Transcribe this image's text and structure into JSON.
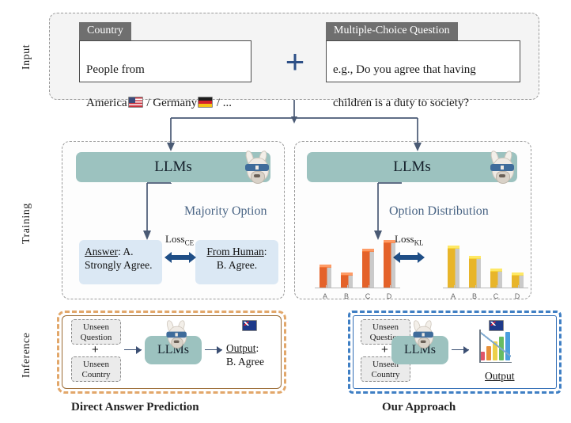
{
  "rows": {
    "input_label": "Input",
    "training_label": "Training",
    "inference_label": "Inference"
  },
  "input": {
    "country_card": {
      "header": "Country",
      "line1": "People from",
      "line2_prefix": "America",
      "line2_mid": " / Germany",
      "line2_suffix": " / ..."
    },
    "plus": "+",
    "question_card": {
      "header": "Multiple-Choice Question",
      "line1": "e.g., Do you agree that having",
      "line2": "children is a duty to society?"
    }
  },
  "training": {
    "left": {
      "llm_label": "LLMs",
      "caption": "Majority Option",
      "loss_label": "Loss",
      "loss_sub": "CE",
      "answer_card": {
        "label": "Answer",
        "rest": ": A.",
        "line2": "Strongly Agree."
      },
      "human_card": {
        "label": "From Human",
        "rest": ":",
        "line2": "B. Agree."
      }
    },
    "right": {
      "llm_label": "LLMs",
      "caption": "Option Distribution",
      "loss_label": "Loss",
      "loss_sub": "KL"
    }
  },
  "inference": {
    "left": {
      "unseen_question": "Unseen\nQuestion",
      "unseen_country": "Unseen\nCountry",
      "plus": "+",
      "llm_label": "LLMs",
      "output_label": "Output",
      "output_rest": ":",
      "output_value": "B. Agree",
      "caption": "Direct Answer Prediction"
    },
    "right": {
      "unseen_question": "Unseen\nQuestion",
      "unseen_country": "Unseen\nCountry",
      "plus": "+",
      "llm_label": "LLMs",
      "output_label": "Output",
      "caption": "Our Approach"
    }
  },
  "colors": {
    "llm_teal": "#9cc2bf",
    "panel_gray": "#f4f4f4",
    "card_header_gray": "#6f6f6f",
    "answer_blue": "#dbe8f4",
    "arrow_navy": "#1f4e86",
    "caption_slate": "#4a6585",
    "bar_orange": "#e4622a",
    "bar_yellow": "#e8b52a",
    "inference_left_border": "#e2a76a",
    "inference_right_border": "#3f7fc4"
  },
  "chart_data": [
    {
      "type": "bar",
      "name": "model-option-distribution",
      "title": "",
      "categories": [
        "A",
        "B",
        "C",
        "D"
      ],
      "values": [
        42,
        26,
        74,
        92
      ],
      "ylim": [
        0,
        100
      ],
      "color": "#e4622a",
      "grid": false,
      "xlabel": "",
      "ylabel": ""
    },
    {
      "type": "bar",
      "name": "human-option-distribution",
      "title": "",
      "categories": [
        "A",
        "B",
        "C",
        "D"
      ],
      "values": [
        80,
        60,
        34,
        26
      ],
      "ylim": [
        0,
        100
      ],
      "color": "#e8b52a",
      "grid": false,
      "xlabel": "",
      "ylabel": ""
    },
    {
      "type": "bar",
      "name": "output-distribution-icon",
      "categories": [
        "1",
        "2",
        "3",
        "4",
        "5"
      ],
      "values": [
        30,
        48,
        62,
        78,
        95
      ],
      "ylim": [
        0,
        100
      ],
      "colors": [
        "#e0556a",
        "#e8913a",
        "#ecd04a",
        "#67bc62",
        "#4a9ede"
      ],
      "grid": false
    }
  ]
}
